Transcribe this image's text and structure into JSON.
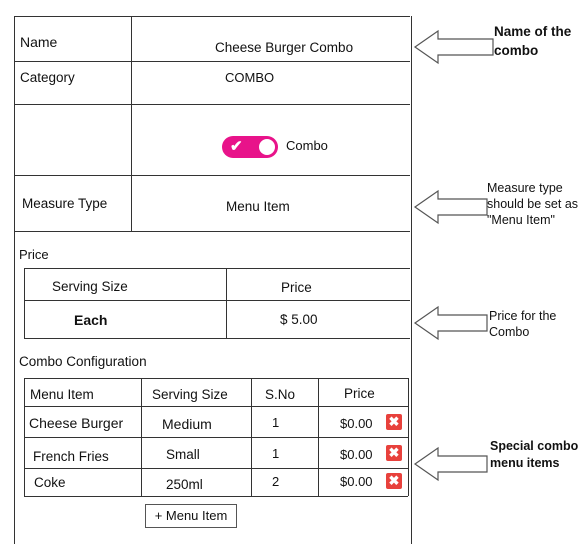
{
  "form": {
    "name_label": "Name",
    "name_value": "Cheese Burger Combo",
    "category_label": "Category",
    "category_value": "COMBO",
    "combo_toggle_label": "Combo",
    "combo_toggle_on": true,
    "measure_type_label": "Measure Type",
    "measure_type_value": "Menu Item"
  },
  "price_section": {
    "title": "Price",
    "headers": [
      "Serving Size",
      "Price"
    ],
    "row": {
      "serving_size": "Each",
      "price": "$ 5.00"
    }
  },
  "combo_config": {
    "title": "Combo Configuration",
    "headers": [
      "Menu Item",
      "Serving Size",
      "S.No",
      "Price"
    ],
    "rows": [
      {
        "item": "Cheese Burger",
        "size": "Medium",
        "sno": "1",
        "price": "$0.00"
      },
      {
        "item": "French Fries",
        "size": "Small",
        "sno": "1",
        "price": "$0.00"
      },
      {
        "item": "Coke",
        "size": "250ml",
        "sno": "2",
        "price": "$0.00"
      }
    ],
    "add_button": "+ Menu Item",
    "remove_glyph": "✖"
  },
  "annotations": {
    "name_note": "Name of the combo",
    "measure_note": "Measure type should be set as \"Menu Item\"",
    "price_note": "Price for the Combo",
    "combo_note": "Special combo menu items"
  },
  "colors": {
    "toggle": "#e8138a",
    "remove": "#e8413c"
  }
}
